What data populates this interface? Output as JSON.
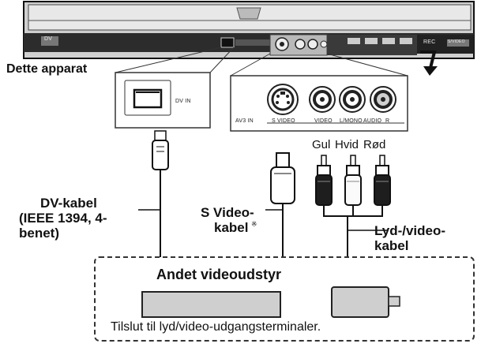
{
  "device": {
    "label": "Dette apparat",
    "front_badges": [
      "DV",
      "REC",
      "S/VIDEO"
    ]
  },
  "dv_panel": {
    "port_label": "DV IN"
  },
  "av_panel": {
    "group_label": "AV3 IN",
    "ports": [
      "S VIDEO",
      "VIDEO",
      "L/MONO",
      "AUDIO",
      "R"
    ]
  },
  "plug_colors": {
    "labels": [
      "Gul",
      "Hvid",
      "Rød"
    ],
    "colors": [
      "#1e1e1e",
      "#fafafa",
      "#1e1e1e"
    ]
  },
  "cables": {
    "dv": [
      "DV-kabel",
      "(IEEE 1394, 4-",
      "benet)"
    ],
    "svideo": [
      "S Video-",
      "kabel"
    ],
    "svideo_note_mark": "※",
    "av": [
      "Lyd-/video-",
      "kabel"
    ]
  },
  "other_device": {
    "title": "Andet videoudstyr",
    "caption": "Tilslut til lyd/video-udgangsterminaler."
  }
}
